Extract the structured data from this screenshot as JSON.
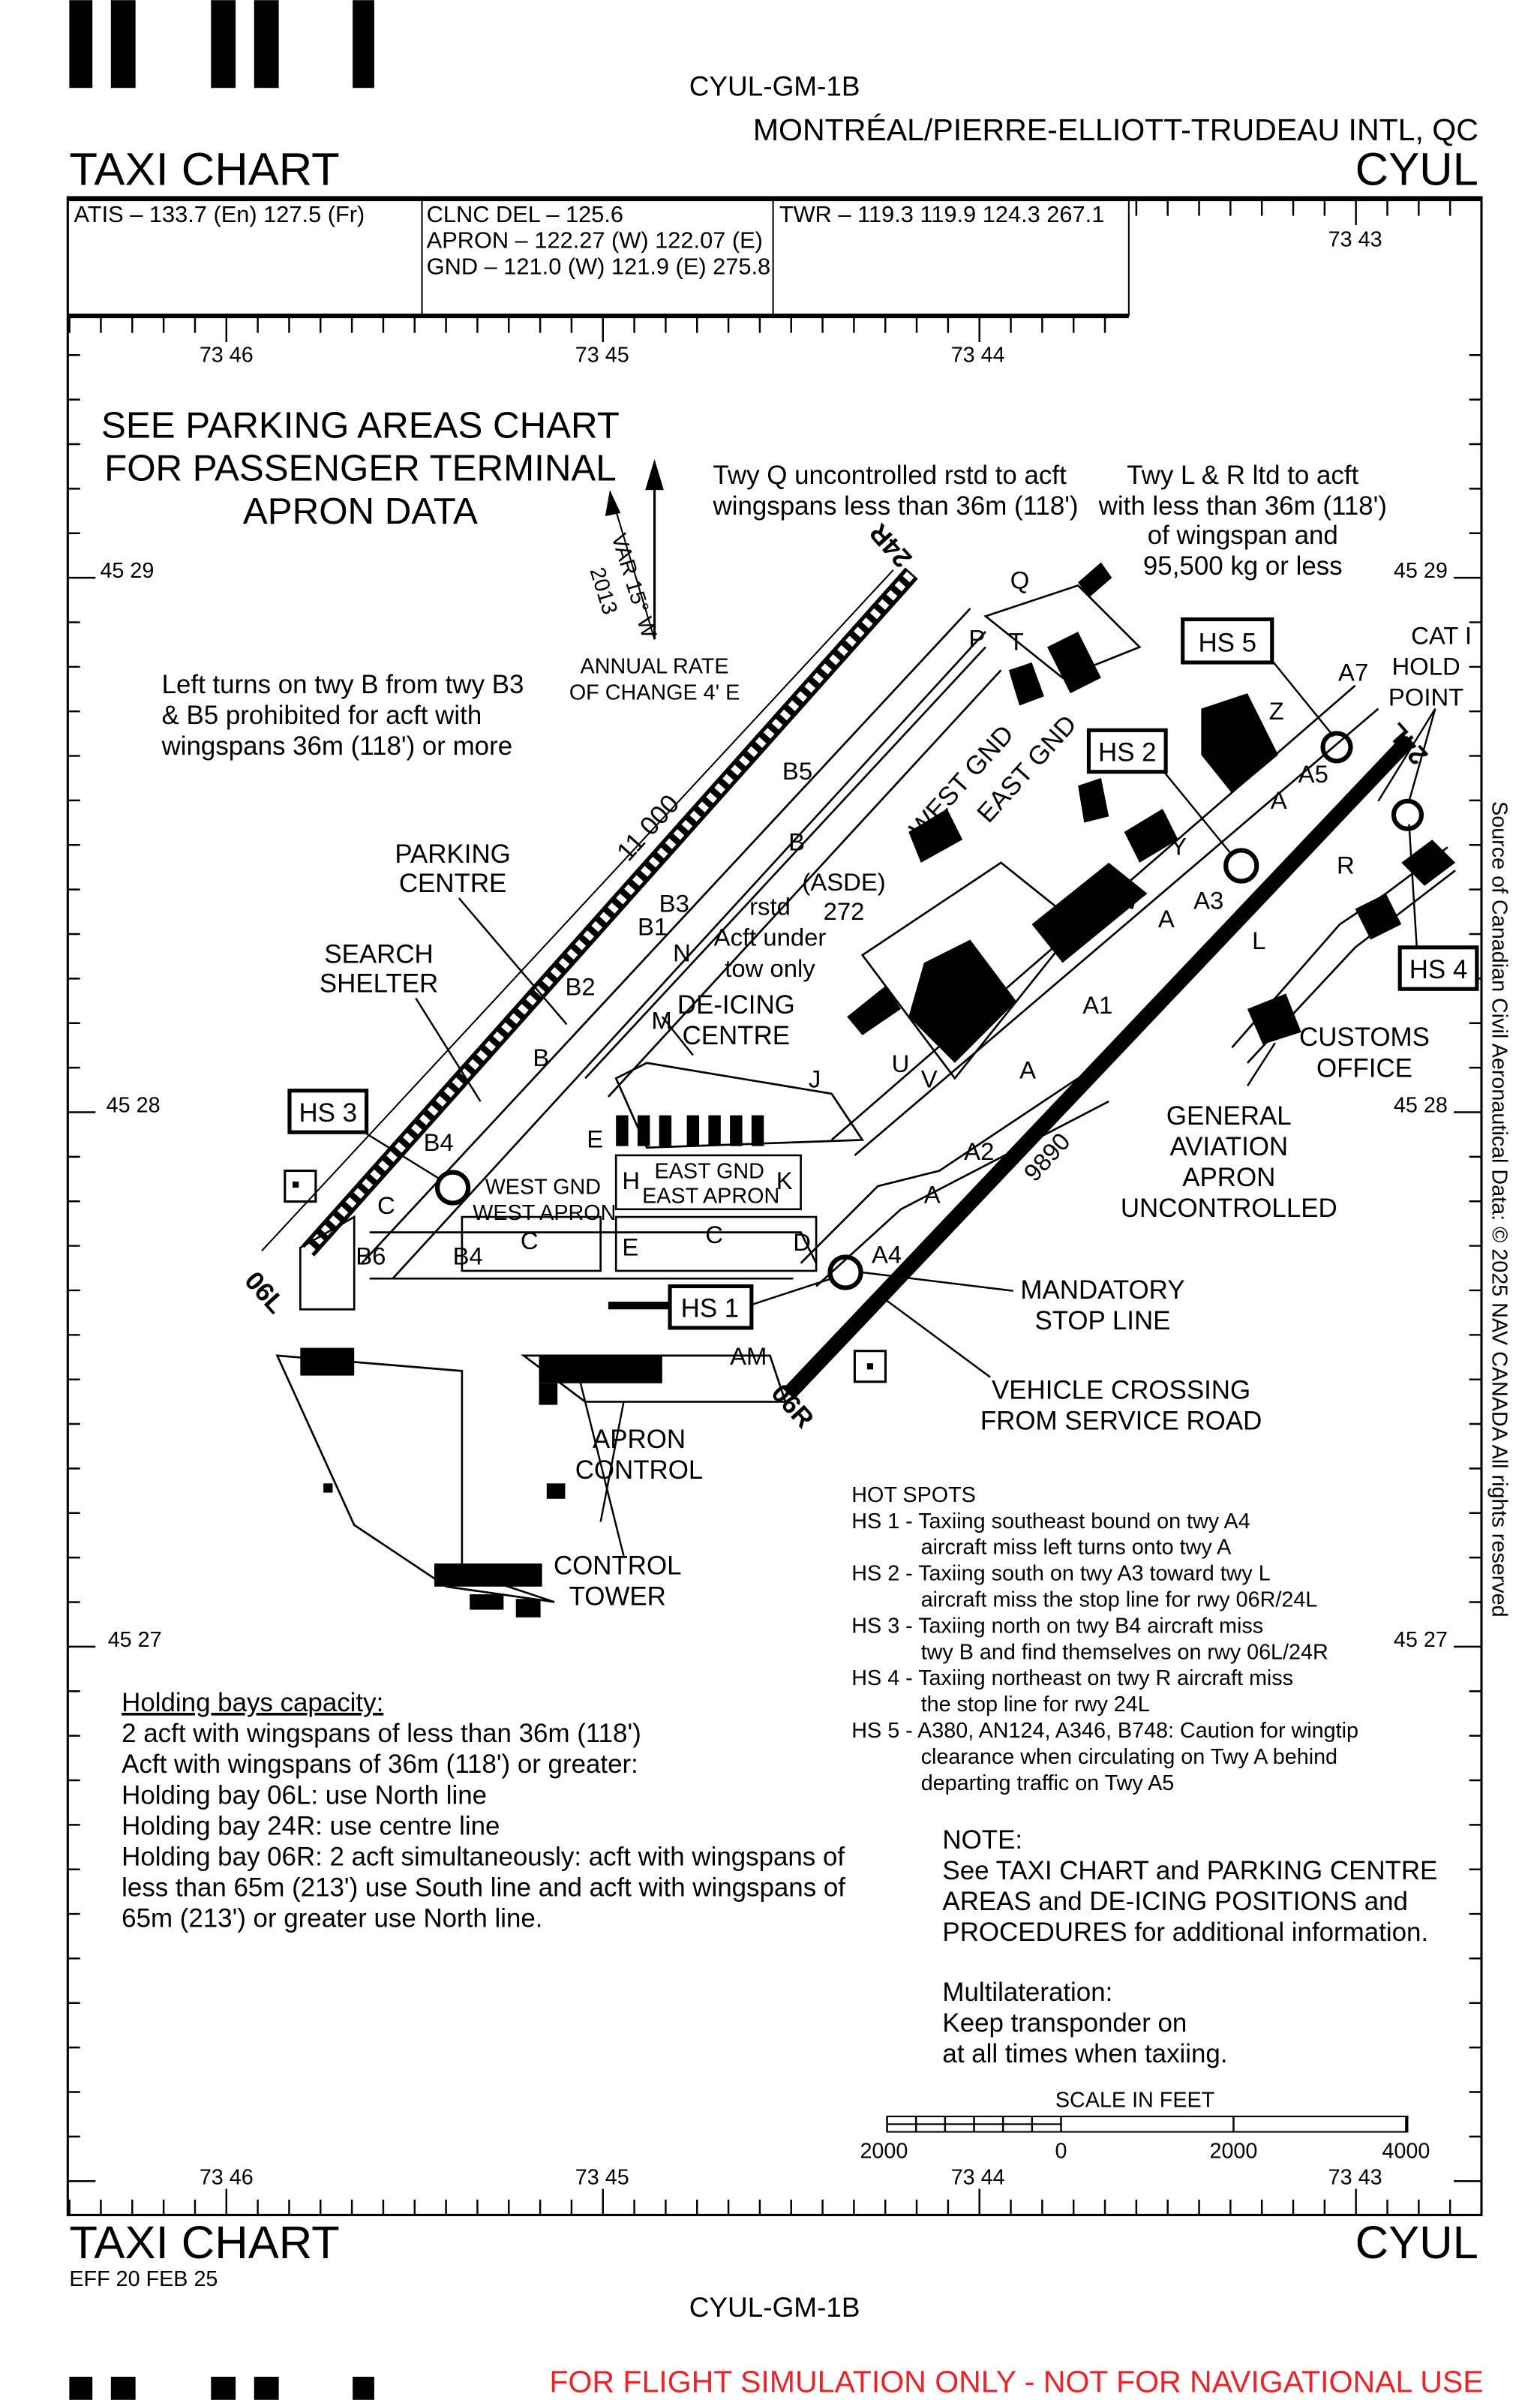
{
  "header": {
    "chart_id": "CYUL-GM-1B",
    "airport_name": "MONTRÉAL/PIERRE-ELLIOTT-TRUDEAU INTL, QC",
    "chart_type": "TAXI CHART",
    "icao": "CYUL"
  },
  "frequencies": {
    "atis": "ATIS – 133.7 (En)  127.5 (Fr)",
    "clnc": "CLNC DEL – 125.6",
    "apron": "APRON – 122.27 (W)  122.07 (E)",
    "gnd": "GND – 121.0 (W)  121.9 (E)  275.8",
    "twr": "TWR – 119.3  119.9  124.3  267.1"
  },
  "grid": {
    "lon": [
      "73 46",
      "73 45",
      "73 44",
      "73 43"
    ],
    "lat": [
      "45 29",
      "45 28",
      "45 27"
    ]
  },
  "notes": {
    "parking": [
      "SEE PARKING AREAS CHART",
      "FOR PASSENGER TERMINAL",
      "APRON DATA"
    ],
    "twy_q": [
      "Twy Q uncontrolled rstd to acft",
      "wingspans  less than 36m (118')"
    ],
    "twy_lr": [
      "Twy L & R  ltd to acft",
      "with less than 36m (118')",
      "of wingspan and",
      "95,500 kg or less"
    ],
    "left_turns": [
      "Left turns on twy B from twy B3",
      "& B5 prohibited for acft with",
      "wingspans 36m (118') or more"
    ],
    "var": [
      "VAR 15° W",
      "2013"
    ],
    "annual": [
      "ANNUAL RATE",
      "OF CHANGE 4' E"
    ],
    "cat": [
      "CAT I",
      "HOLD",
      "POINT"
    ],
    "rstd": [
      "rstd",
      "Acft under",
      "tow only"
    ],
    "asde": [
      "(ASDE)",
      "272"
    ]
  },
  "map_labels": {
    "parking_centre": [
      "PARKING",
      "CENTRE"
    ],
    "search_shelter": [
      "SEARCH",
      "SHELTER"
    ],
    "deicing": [
      "DE-ICING",
      "CENTRE"
    ],
    "customs": [
      "CUSTOMS",
      "OFFICE"
    ],
    "ga_apron": [
      "GENERAL",
      "AVIATION",
      "APRON",
      "UNCONTROLLED"
    ],
    "mandatory": [
      "MANDATORY",
      "STOP LINE"
    ],
    "vehicle": [
      "VEHICLE CROSSING",
      "FROM SERVICE ROAD"
    ],
    "apron_control": [
      "APRON",
      "CONTROL"
    ],
    "control_tower": [
      "CONTROL",
      "TOWER"
    ],
    "west_gnd": "WEST GND",
    "east_gnd": "EAST GND",
    "west_apron": "WEST APRON",
    "east_apron": "EAST APRON",
    "west_gnd_rot": "WEST GND",
    "east_gnd_rot": "EAST GND",
    "rwy_24r": "24R",
    "rwy_06l": "06L",
    "rwy_06r": "06R",
    "rwy_24l": "24L",
    "len_11000": "11 000",
    "len_9890": "9890",
    "taxiways": {
      "Q": "Q",
      "P": "P",
      "T": "T",
      "Z": "Z",
      "A7": "A7",
      "A5": "A5",
      "A": "A",
      "Y": "Y",
      "W": "W",
      "A3": "A3",
      "R": "R",
      "L": "L",
      "A1": "A1",
      "U": "U",
      "V": "V",
      "J": "J",
      "B5": "B5",
      "B": "B",
      "B3": "B3",
      "B1": "B1",
      "N": "N",
      "B2": "B2",
      "M": "M",
      "B4": "B4",
      "E": "E",
      "H": "H",
      "K": "K",
      "C": "C",
      "D": "D",
      "A4": "A4",
      "A2": "A2",
      "B6": "B6",
      "AM": "AM"
    }
  },
  "hotspot_badges": [
    "HS 1",
    "HS 2",
    "HS 3",
    "HS 4",
    "HS 5"
  ],
  "hot_spots": {
    "title": "HOT SPOTS",
    "lines": [
      "HS 1 - Taxiing southeast bound on twy A4",
      "aircraft miss left turns onto twy A",
      "HS 2 - Taxiing south on twy A3 toward twy L",
      "aircraft miss the stop line for rwy 06R/24L",
      "HS 3 - Taxiing north on twy B4 aircraft miss",
      "twy B and find themselves on rwy 06L/24R",
      "HS 4 - Taxiing northeast on twy R aircraft miss",
      "the stop line for rwy 24L",
      "HS 5 - A380, AN124, A346, B748: Caution for wingtip",
      "clearance when circulating on Twy A behind",
      "departing traffic on Twy A5"
    ]
  },
  "holding_bays": {
    "title": "Holding bays capacity:",
    "lines": [
      "2 acft with wingspans of less than 36m (118')",
      "Acft with wingspans of 36m (118') or greater:",
      "Holding bay 06L: use North line",
      "Holding bay 24R: use centre line",
      "Holding bay 06R: 2 acft simultaneously: acft with wingspans of",
      "less than 65m (213') use South line and acft with wingspans of",
      "65m (213') or greater use North line."
    ]
  },
  "note": {
    "lines": [
      "NOTE:",
      "See TAXI CHART and PARKING CENTRE",
      "AREAS and DE-ICING POSITIONS and",
      "PROCEDURES for additional information."
    ],
    "mlat": [
      "Multilateration:",
      "Keep transponder on",
      "at all times when taxiing."
    ]
  },
  "scale": {
    "title": "SCALE IN FEET",
    "ticks": [
      "2000",
      "0",
      "2000",
      "4000"
    ]
  },
  "footer": {
    "chart_type": "TAXI CHART",
    "effective": "EFF 20 FEB 25",
    "icao": "CYUL",
    "chart_id": "CYUL-GM-1B",
    "disclaimer": "FOR FLIGHT SIMULATION ONLY - NOT FOR NAVIGATIONAL USE",
    "copyright": "Source of Canadian Civil Aeronautical Data: © 2025 NAV CANADA All rights reserved"
  },
  "colors": {
    "disclaimer": "#e8262a",
    "ink": "#000000"
  }
}
